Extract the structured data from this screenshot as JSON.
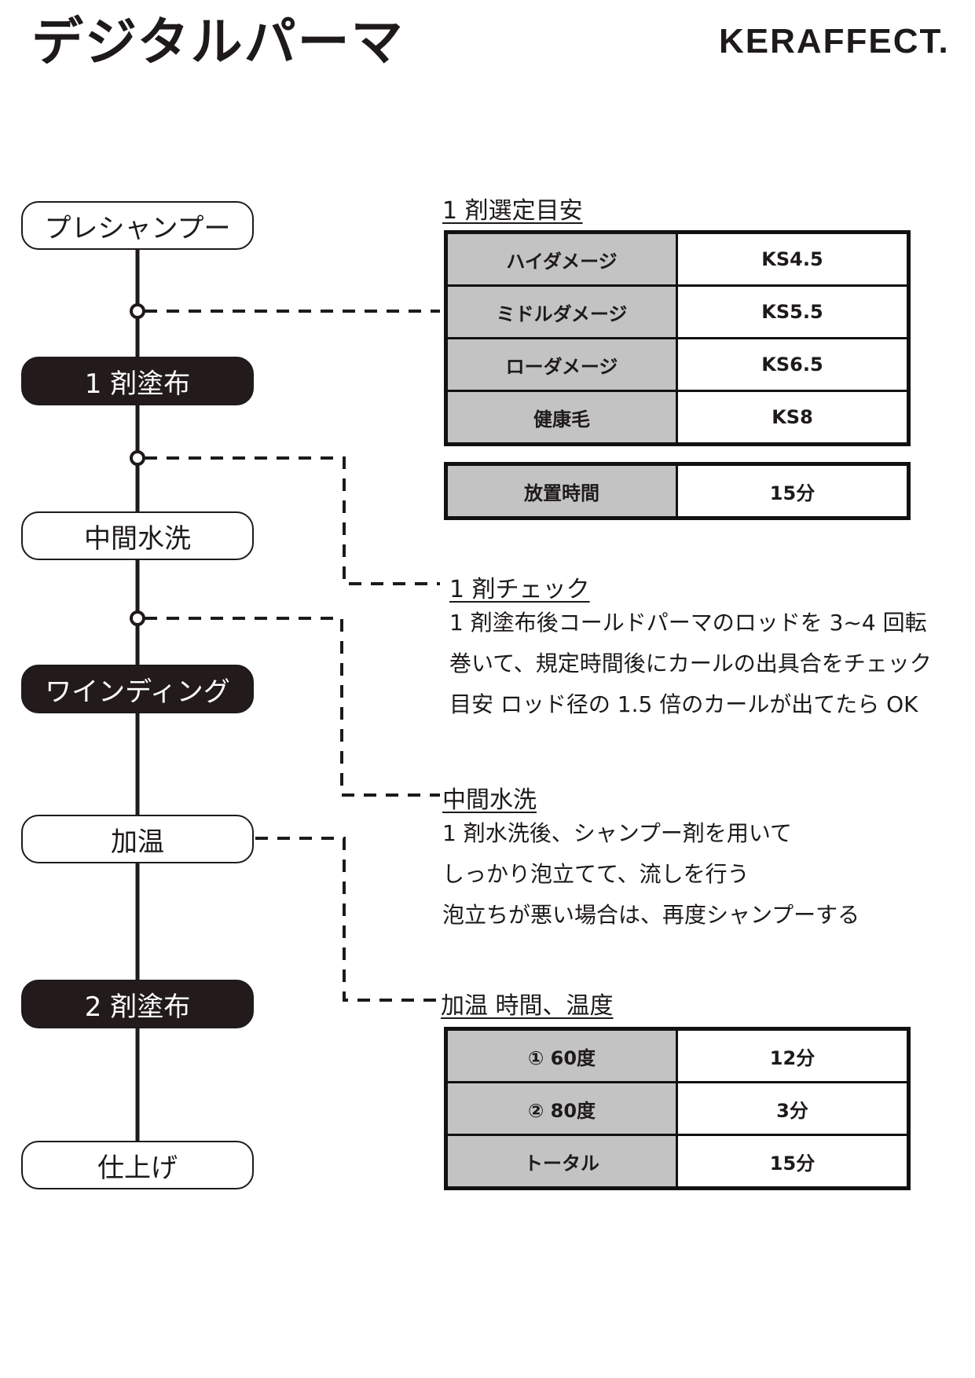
{
  "header": {
    "title": "デジタルパーマ",
    "brand": "KERAFFECT."
  },
  "steps": [
    "プレシャンプー",
    "1 剤塗布",
    "中間水洗",
    "ワインディング",
    "加温",
    "2 剤塗布",
    "仕上げ"
  ],
  "agent_guide": {
    "heading": "1 剤選定目安",
    "rows": [
      {
        "key": "ハイダメージ",
        "value": "KS4.5"
      },
      {
        "key": "ミドルダメージ",
        "value": "KS5.5"
      },
      {
        "key": "ローダメージ",
        "value": "KS6.5"
      },
      {
        "key": "健康毛",
        "value": "KS8"
      }
    ]
  },
  "processing_time": {
    "key": "放置時間",
    "value": "15分"
  },
  "agent_check": {
    "heading": "1 剤チェック",
    "lines": [
      "1 剤塗布後コールドパーマのロッドを 3~4 回転",
      "巻いて、規定時間後にカールの出具合をチェック",
      "目安 ロッド径の 1.5 倍のカールが出てたら OK"
    ]
  },
  "intermediate_rinse": {
    "heading": "中間水洗",
    "lines": [
      "1 剤水洗後、シャンプー剤を用いて",
      "しっかり泡立てて、流しを行う",
      "泡立ちが悪い場合は、再度シャンプーする"
    ]
  },
  "heating": {
    "heading": "加温 時間、温度",
    "rows": [
      {
        "key": "① 60度",
        "value": "12分"
      },
      {
        "key": "② 80度",
        "value": "3分"
      },
      {
        "key": "トータル",
        "value": "15分"
      }
    ]
  }
}
